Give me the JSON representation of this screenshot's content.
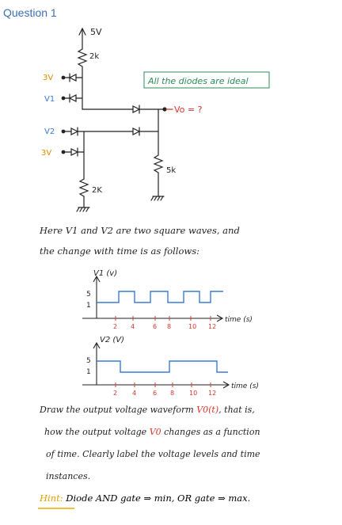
{
  "title": "Question 1",
  "colors": {
    "title": "#3b6fb6",
    "ink": "#222222",
    "red": "#d9342b",
    "green": "#2e8b57",
    "blue": "#3a7bd5",
    "orange": "#e08a00"
  },
  "circuit": {
    "supply": "5V",
    "r_top": "2k",
    "in_3v_top": "3V",
    "in_v1": "V1",
    "in_v2": "V2",
    "in_3v_bottom": "3V",
    "r_mid": "5k",
    "r_left": "2K",
    "output": "Vo = ?",
    "note": "All the diodes are ideal"
  },
  "intro": {
    "line1": "Here V1 and V2 are two square waves, and",
    "line2": "the change with time is as follows:"
  },
  "wave1": {
    "ylabel": "V1 (v)",
    "y_ticks": [
      "5",
      "1"
    ],
    "x_ticks": [
      "2",
      "4",
      "6",
      "8",
      "10",
      "12"
    ],
    "xlabel": "time (s)"
  },
  "wave2": {
    "ylabel": "V2 (V)",
    "y_ticks": [
      "5",
      "1"
    ],
    "x_ticks": [
      "2",
      "4",
      "6",
      "8",
      "10",
      "12"
    ],
    "xlabel": "time (s)"
  },
  "task": {
    "line1a": "Draw the output voltage waveform",
    "line1b": "V0(t)",
    "line1c": ", that is,",
    "line2a": "how the output voltage",
    "line2b": "V0",
    "line2c": "changes as a function",
    "line3": "of time. Clearly label the voltage levels and time",
    "line4": "instances."
  },
  "hint": {
    "label": "Hint:",
    "text": "Diode AND gate ⇒ min, OR gate ⇒ max."
  }
}
